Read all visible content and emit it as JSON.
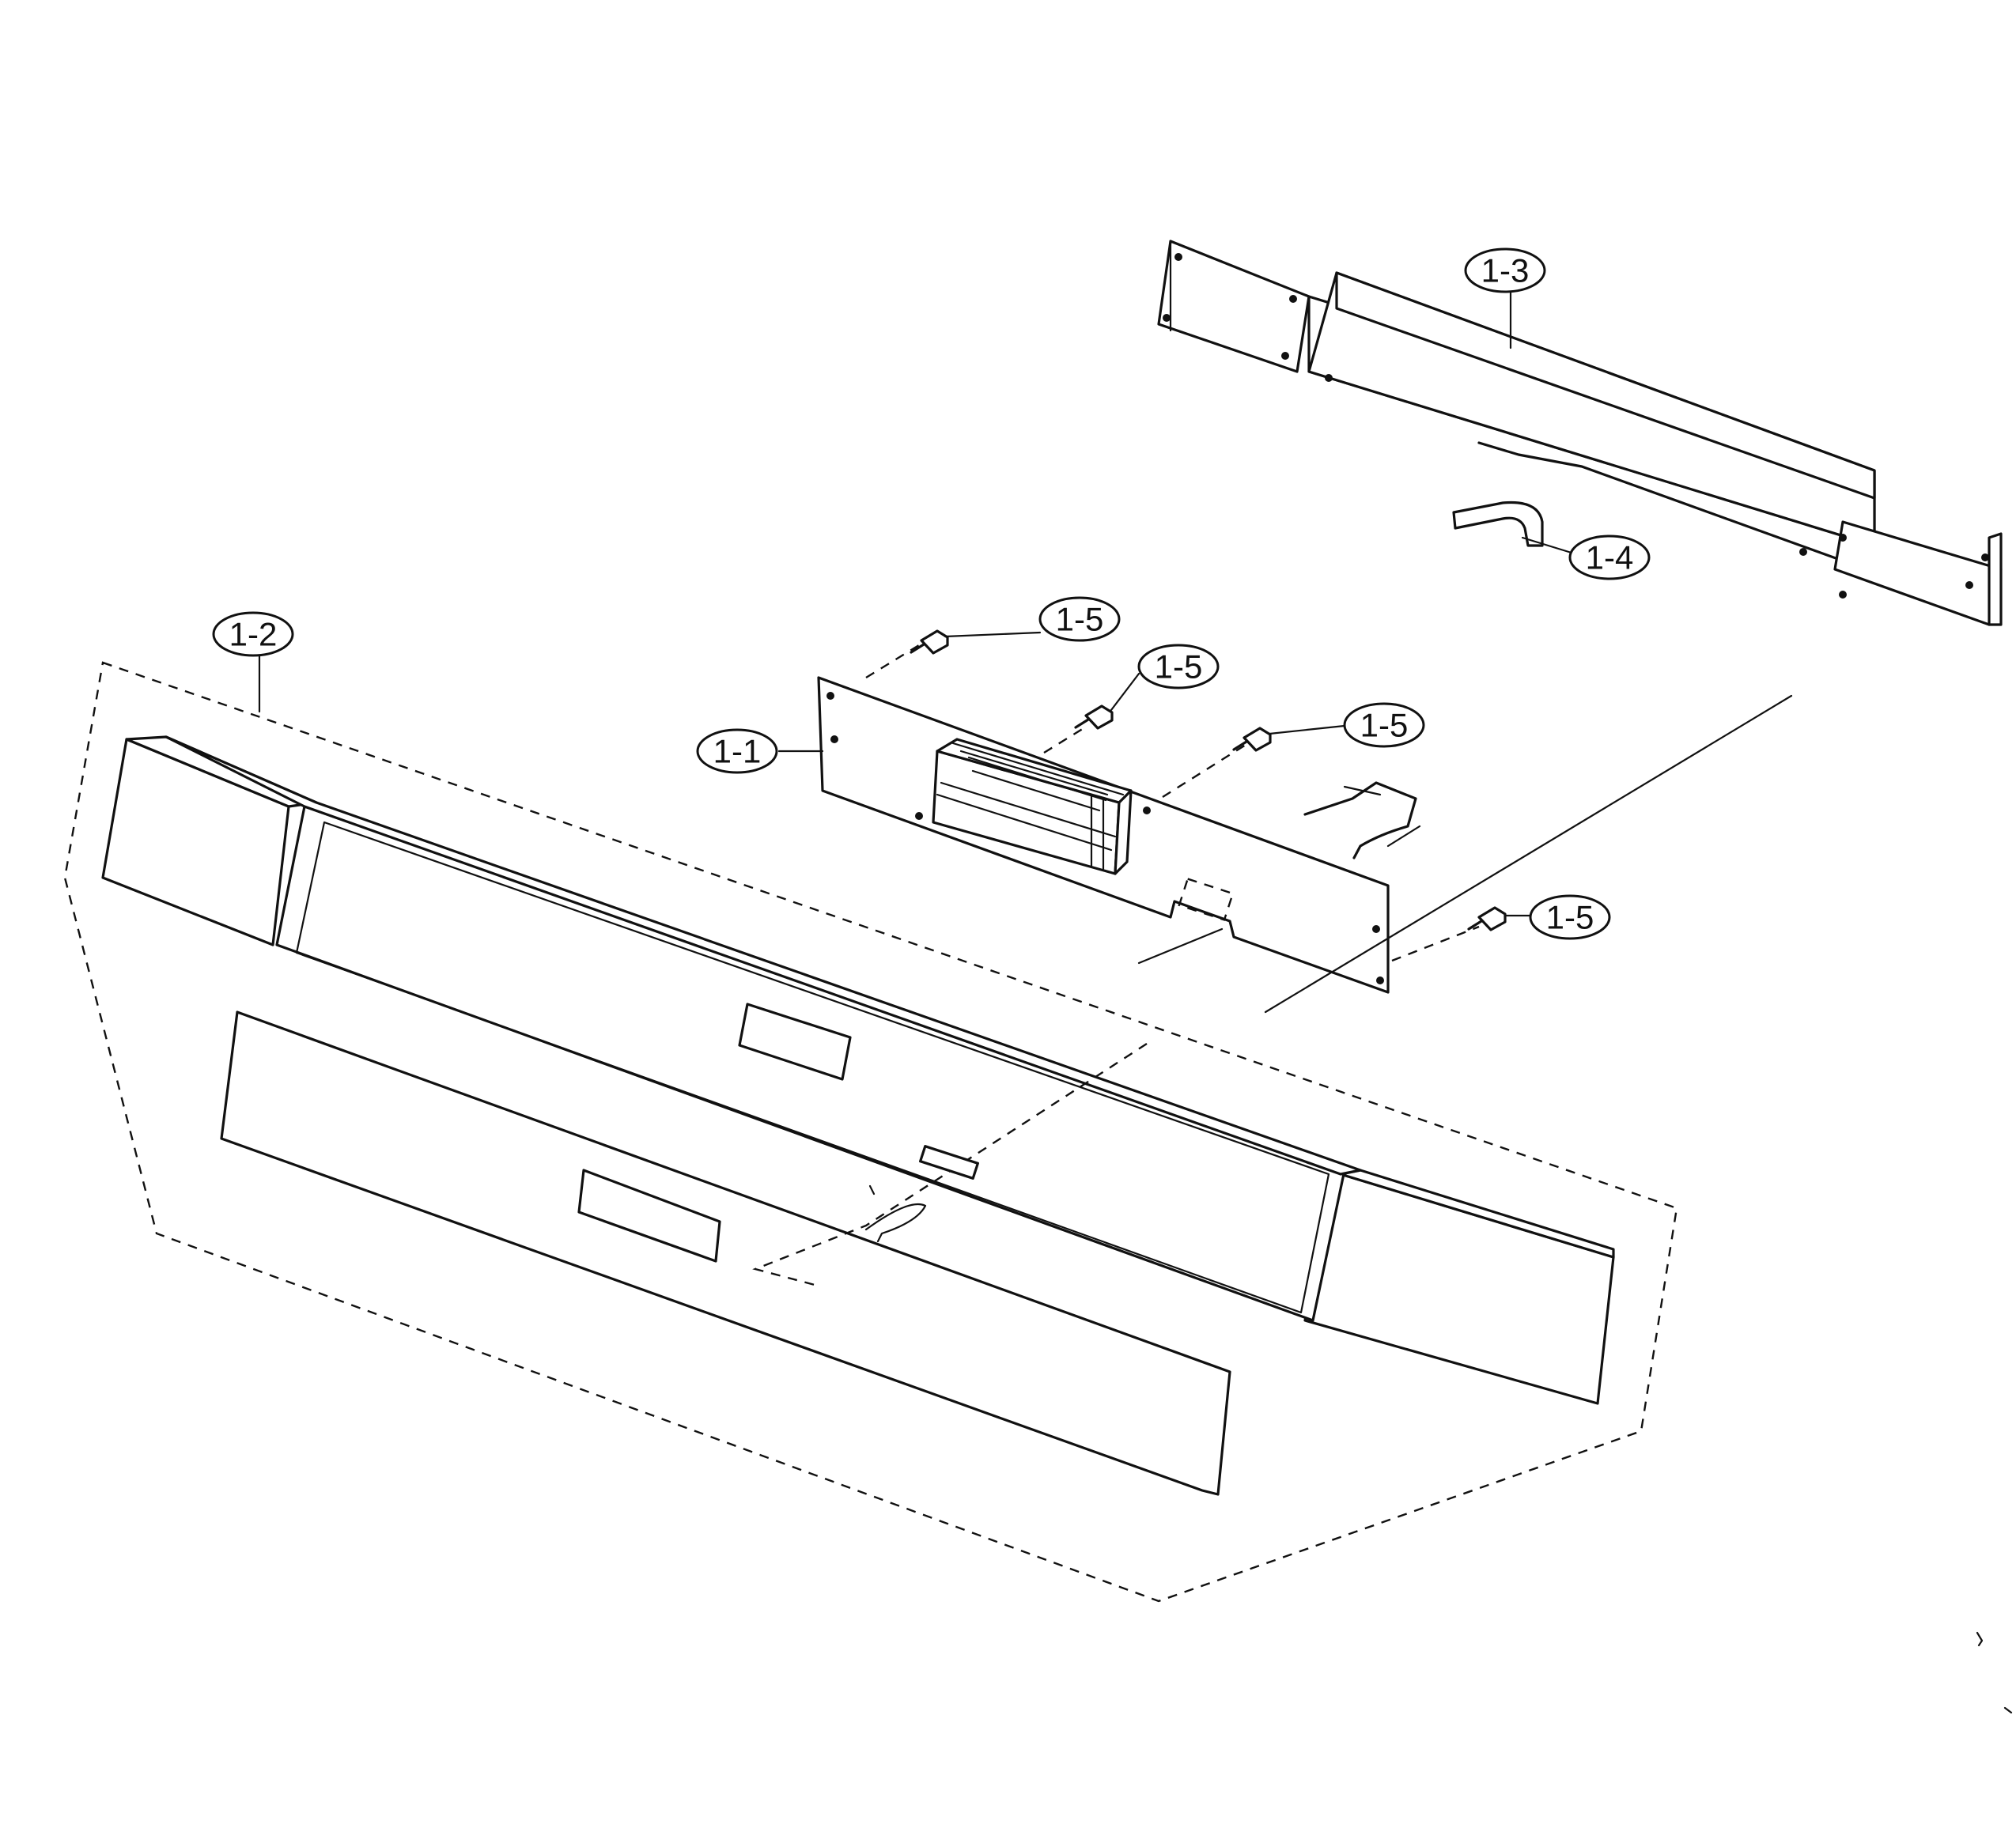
{
  "diagram": {
    "callouts": {
      "c1": "1-1",
      "c2": "1-2",
      "c3": "1-3",
      "c4": "1-4",
      "c5a": "1-5",
      "c5b": "1-5",
      "c5c": "1-5",
      "c5d": "1-5"
    }
  }
}
